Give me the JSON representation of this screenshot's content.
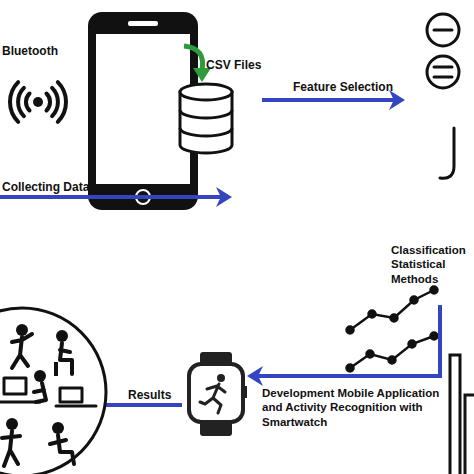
{
  "diagram": {
    "nodes": [
      {
        "text": [
          "Bluetooth"
        ]
      },
      {
        "text": [
          "CSV Files"
        ]
      },
      {
        "text": [
          "Classification Statistical Methods"
        ]
      },
      {
        "text": [
          "Development Mobile Application and Activity Recognition with Smartwatch"
        ]
      }
    ],
    "edges": [
      {
        "from": 0,
        "to": 1,
        "label": "Collecting Data",
        "arrow": "to"
      },
      {
        "from": 1,
        "to": 2,
        "label": "Feature Selection",
        "arrow": "to"
      },
      {
        "from": 2,
        "to": 3,
        "arrow": "to"
      }
    ],
    "labels": [
      "Results"
    ]
  }
}
